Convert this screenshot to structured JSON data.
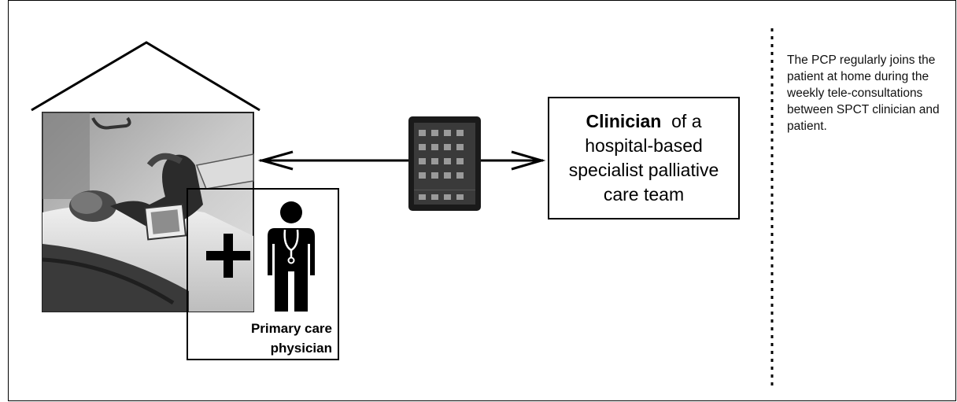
{
  "clinician": {
    "bold": "Clinician",
    "rest": "of a hospital-based specialist palliative care team"
  },
  "pcp": {
    "line1": "Primary care",
    "line2": "physician"
  },
  "note": "The PCP regularly joins the patient at home during the weekly tele-consultations between SPCT clinician and patient.",
  "colors": {
    "line": "#000000",
    "tablet_body": "#1a1a1a",
    "photo_tone": "grayscale"
  },
  "icons": [
    "house-roof",
    "patient-photo",
    "plus-icon",
    "doctor-icon",
    "tablet-icon",
    "double-arrow"
  ]
}
